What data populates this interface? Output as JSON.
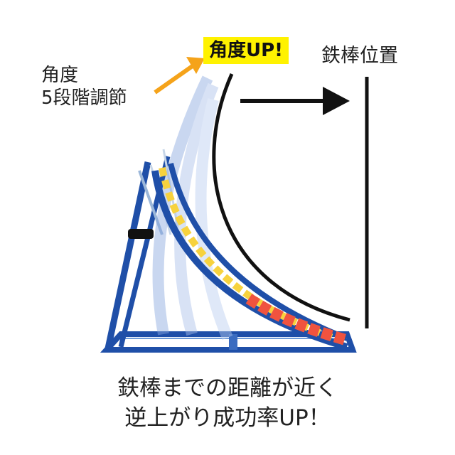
{
  "labels": {
    "angle_line1": "角度",
    "angle_line2": "5段階調節",
    "angle_up": "角度UP!",
    "bar_position": "鉄棒位置"
  },
  "caption": {
    "line1": "鉄棒までの距離が近く",
    "line2": "逆上がり成功率UP！"
  },
  "colors": {
    "frame": "#1f4fa8",
    "highlight": "#fff200",
    "arrow_orange": "#f5a31a",
    "pad_yellow": "#f7d23e",
    "pad_red": "#f0533f",
    "ink": "#111111"
  }
}
